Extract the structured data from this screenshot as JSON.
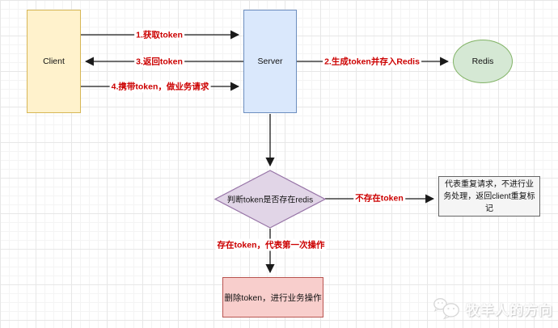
{
  "diagram": {
    "nodes": {
      "client": {
        "label": "Client",
        "fill": "#FFF2CC",
        "border": "#D6B656"
      },
      "server": {
        "label": "Server",
        "fill": "#DAE8FC",
        "border": "#6C8EBF"
      },
      "redis": {
        "label": "Redis",
        "fill": "#D5E8D4",
        "border": "#82B366"
      },
      "decision": {
        "label": "判断token是否存在redis",
        "fill": "#E1D5E7",
        "border": "#9673A6"
      },
      "duplicate_note": {
        "label": "代表重复请求，不进行业务处理，返回client重复标记",
        "fill": "#F5F5F5",
        "border": "#666666"
      },
      "delete_token": {
        "label": "删除token，进行业务操作",
        "fill": "#F8CECC",
        "border": "#B85450"
      }
    },
    "edges": {
      "get_token": {
        "label": "1.获取token"
      },
      "store_redis": {
        "label": "2.生成token并存入Redis"
      },
      "return_token": {
        "label": "3.返回token"
      },
      "business_request": {
        "label": "4.携带token，做业务请求"
      },
      "token_missing": {
        "label": "不存在token"
      },
      "token_exists": {
        "label": "存在token，代表第一次操作"
      }
    },
    "edge_label_color": "#CC0000",
    "line_color": "#1a1a1a",
    "watermark": {
      "text": "牧羊人的方向",
      "icon": "wechat-icon"
    }
  }
}
